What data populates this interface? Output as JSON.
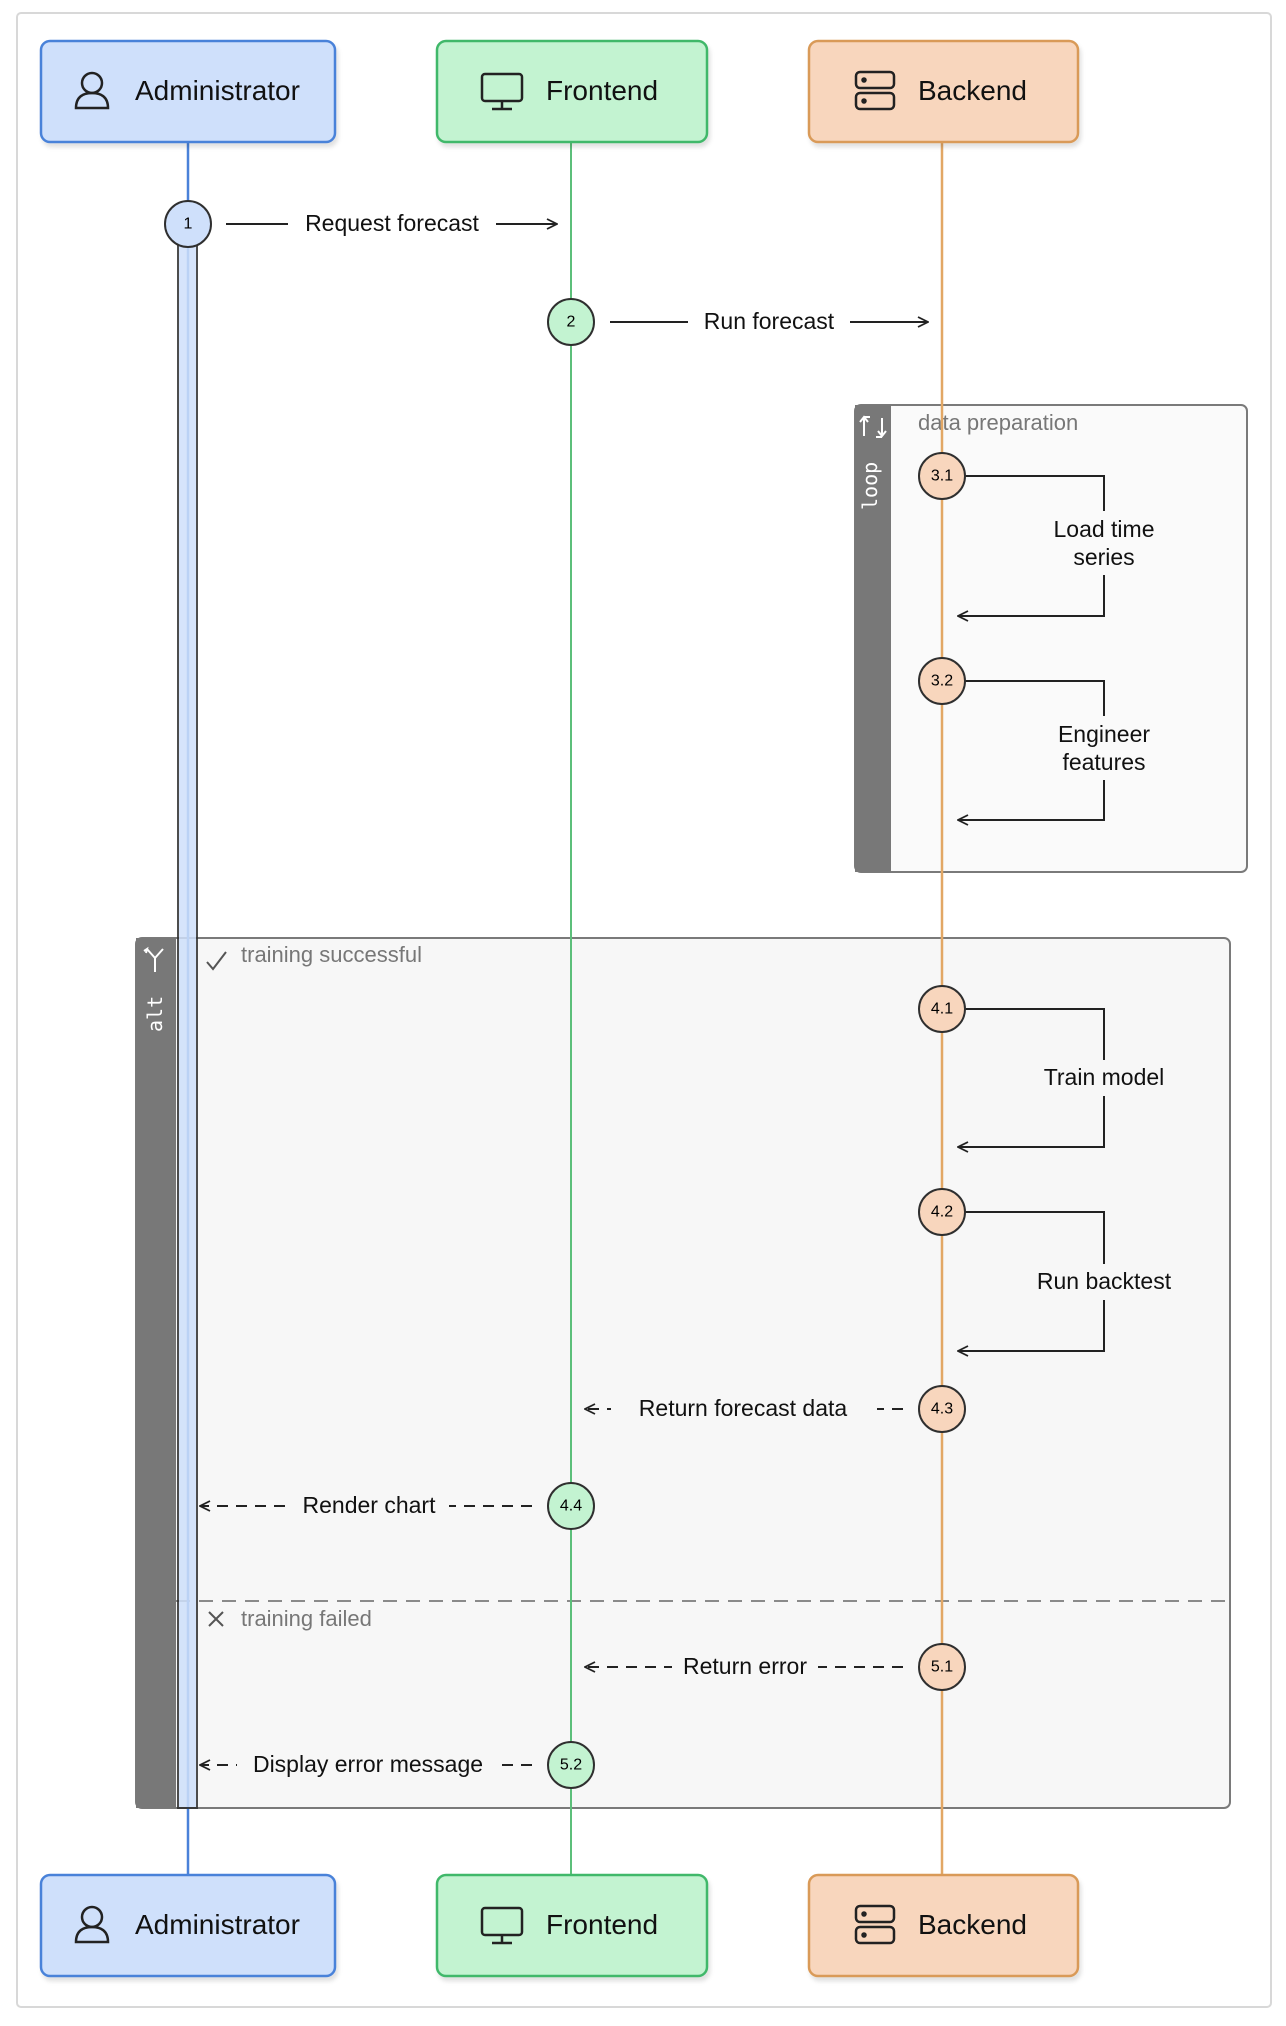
{
  "participants": [
    {
      "id": "admin",
      "label": "Administrator",
      "icon": "user-icon",
      "fill": "#cfe0fb",
      "stroke": "#4a82d9",
      "line": "#4a82d9"
    },
    {
      "id": "frontend",
      "label": "Frontend",
      "icon": "monitor-icon",
      "fill": "#c3f3d1",
      "stroke": "#41b86a",
      "line": "#5cbf7a"
    },
    {
      "id": "backend",
      "label": "Backend",
      "icon": "server-icon",
      "fill": "#f8d6bd",
      "stroke": "#d99a58",
      "line": "#e2a765"
    }
  ],
  "messages": [
    {
      "num": "1",
      "label": "Request forecast",
      "from": "admin",
      "to": "frontend",
      "style": "solid"
    },
    {
      "num": "2",
      "label": "Run forecast",
      "from": "frontend",
      "to": "backend",
      "style": "solid"
    },
    {
      "num": "3.1",
      "label": "Load time\nseries",
      "from": "backend",
      "to": "backend",
      "style": "self"
    },
    {
      "num": "3.2",
      "label": "Engineer\nfeatures",
      "from": "backend",
      "to": "backend",
      "style": "self"
    },
    {
      "num": "4.1",
      "label": "Train model",
      "from": "backend",
      "to": "backend",
      "style": "self"
    },
    {
      "num": "4.2",
      "label": "Run backtest",
      "from": "backend",
      "to": "backend",
      "style": "self"
    },
    {
      "num": "4.3",
      "label": "Return forecast data",
      "from": "backend",
      "to": "frontend",
      "style": "dashed"
    },
    {
      "num": "4.4",
      "label": "Render chart",
      "from": "frontend",
      "to": "admin",
      "style": "dashed"
    },
    {
      "num": "5.1",
      "label": "Return error",
      "from": "backend",
      "to": "frontend",
      "style": "dashed"
    },
    {
      "num": "5.2",
      "label": "Display error message",
      "from": "frontend",
      "to": "admin",
      "style": "dashed"
    }
  ],
  "fragments": {
    "loop": {
      "keyword": "loop",
      "condition": "data preparation"
    },
    "alt": {
      "keyword": "alt",
      "branches": [
        "training successful",
        "training failed"
      ]
    }
  }
}
